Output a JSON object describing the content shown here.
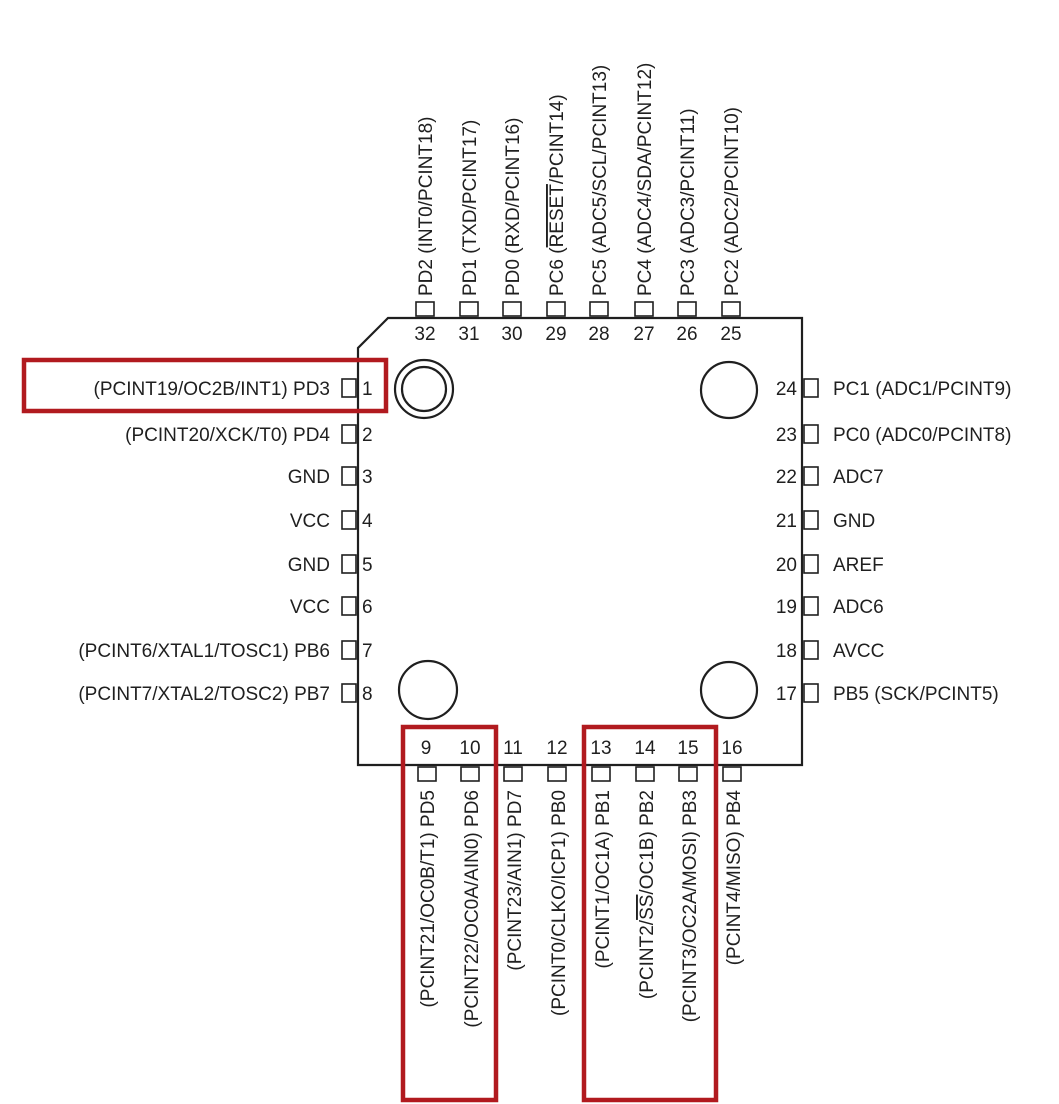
{
  "highlight_color": "#b11a1f",
  "pins": [
    {
      "num": "1",
      "label": "(PCINT19/OC2B/INT1) PD3"
    },
    {
      "num": "2",
      "label": "(PCINT20/XCK/T0) PD4"
    },
    {
      "num": "3",
      "label": "GND"
    },
    {
      "num": "4",
      "label": "VCC"
    },
    {
      "num": "5",
      "label": "GND"
    },
    {
      "num": "6",
      "label": "VCC"
    },
    {
      "num": "7",
      "label": "(PCINT6/XTAL1/TOSC1) PB6"
    },
    {
      "num": "8",
      "label": "(PCINT7/XTAL2/TOSC2) PB7"
    },
    {
      "num": "9",
      "label": "PD5",
      "sub": "(PCINT21/OC0B/T1)"
    },
    {
      "num": "10",
      "label": "PD6",
      "sub": "(PCINT22/OC0A/AIN0)"
    },
    {
      "num": "11",
      "label": "PD7",
      "sub": "(PCINT23/AIN1)"
    },
    {
      "num": "12",
      "label": "PB0",
      "sub": "(PCINT0/CLKO/ICP1)"
    },
    {
      "num": "13",
      "label": "PB1",
      "sub": "(PCINT1/OC1A)"
    },
    {
      "num": "14",
      "label": "PB2",
      "sub_pre": "(PCINT2/",
      "sub_over": "SS",
      "sub_post": "/OC1B)"
    },
    {
      "num": "15",
      "label": "PB3",
      "sub": "(PCINT3/OC2A/MOSI)"
    },
    {
      "num": "16",
      "label": "PB4",
      "sub": "(PCINT4/MISO)"
    },
    {
      "num": "17",
      "label": "PB5 (SCK/PCINT5)"
    },
    {
      "num": "18",
      "label": "AVCC"
    },
    {
      "num": "19",
      "label": "ADC6"
    },
    {
      "num": "20",
      "label": "AREF"
    },
    {
      "num": "21",
      "label": "GND"
    },
    {
      "num": "22",
      "label": "ADC7"
    },
    {
      "num": "23",
      "label": "PC0 (ADC0/PCINT8)"
    },
    {
      "num": "24",
      "label": "PC1 (ADC1/PCINT9)"
    },
    {
      "num": "25",
      "label": "PC2 (ADC2/PCINT10)"
    },
    {
      "num": "26",
      "label": "PC3 (ADC3/PCINT11)"
    },
    {
      "num": "27",
      "label": "PC4 (ADC4/SDA/PCINT12)"
    },
    {
      "num": "28",
      "label": "PC5 (ADC5/SCL/PCINT13)"
    },
    {
      "num": "29",
      "label_pre": "PC6 (",
      "label_over": "RESET",
      "label_post": "/PCINT14)"
    },
    {
      "num": "30",
      "label": "PD0 (RXD/PCINT16)"
    },
    {
      "num": "31",
      "label": "PD1 (TXD/PCINT17)"
    },
    {
      "num": "32",
      "label": "PD2 (INT0/PCINT18)"
    }
  ]
}
